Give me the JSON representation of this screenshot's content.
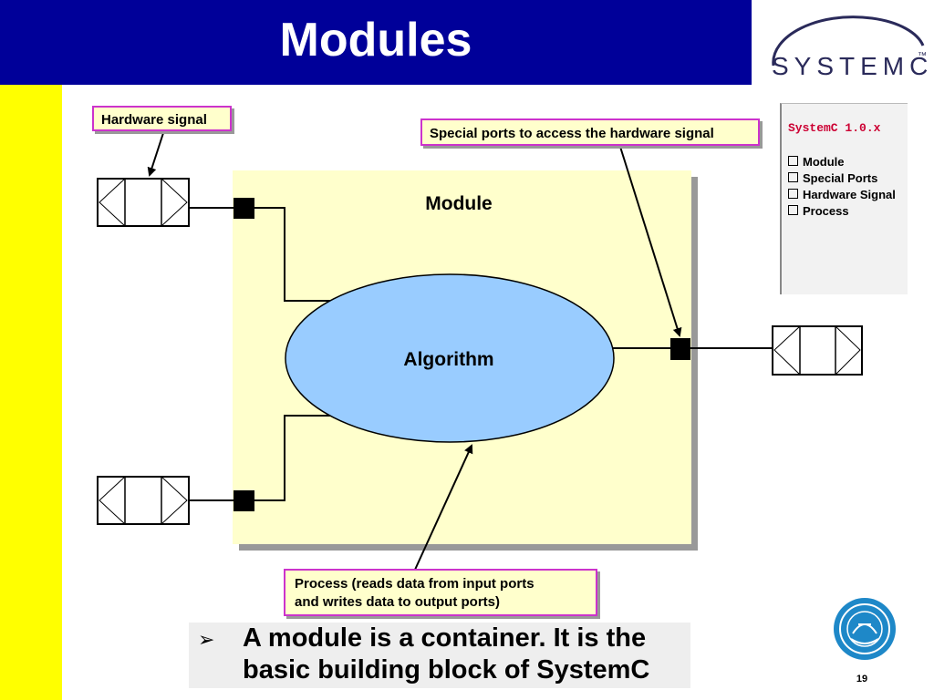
{
  "slide": {
    "title": "Modules",
    "page_number": "19"
  },
  "logo": {
    "text": "SYSTEMC",
    "trademark": "™"
  },
  "colors": {
    "title_bar": "#000099",
    "left_strip": "#ffff00",
    "module_fill": "#ffffcc",
    "algorithm_fill": "#99ccff",
    "callout_border": "#cc33cc",
    "legend_title": "#cc0033"
  },
  "diagram": {
    "module_label": "Module",
    "algorithm_label": "Algorithm",
    "callouts": {
      "hardware_signal": "Hardware signal",
      "special_ports": "Special ports to access the hardware signal",
      "process_line1": "Process (reads data from input ports",
      "process_line2": "and writes data to output ports)"
    }
  },
  "legend": {
    "title": "SystemC 1.0.x",
    "items": [
      "Module",
      "Special Ports",
      "Hardware Signal",
      "Process"
    ]
  },
  "bullet": {
    "marker": "➢",
    "line1": "A module is a container. It is the",
    "line2": "basic building block of SystemC"
  }
}
